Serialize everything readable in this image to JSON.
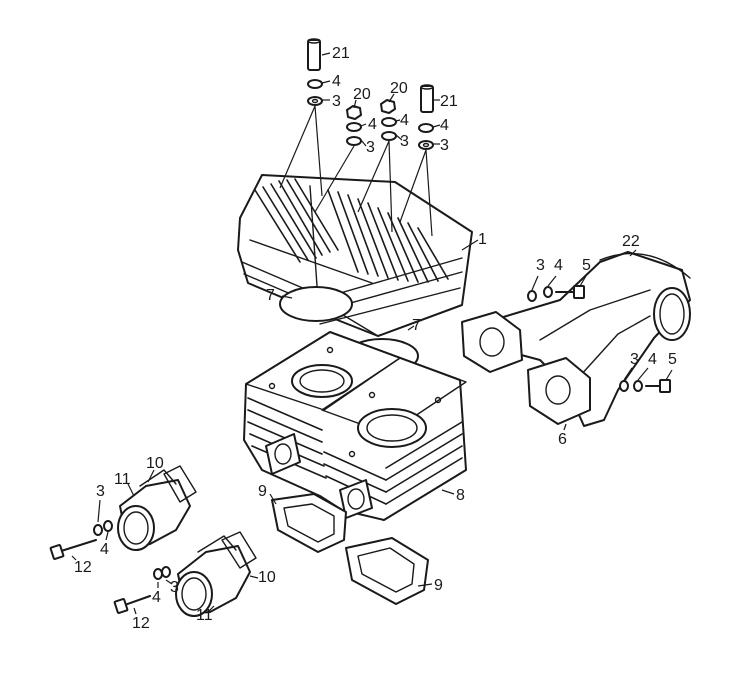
{
  "diagram": {
    "colors": {
      "line": "#1a1a1a",
      "background": "#ffffff"
    },
    "callouts": {
      "c1": "1",
      "c3a": "3",
      "c3b": "3",
      "c3c": "3",
      "c3d": "3",
      "c3e": "3",
      "c3f": "3",
      "c3g": "3",
      "c3h": "3",
      "c4a": "4",
      "c4b": "4",
      "c4c": "4",
      "c4d": "4",
      "c4e": "4",
      "c4f": "4",
      "c4g": "4",
      "c4h": "4",
      "c5a": "5",
      "c5b": "5",
      "c6": "6",
      "c7a": "7",
      "c7b": "7",
      "c8": "8",
      "c9a": "9",
      "c9b": "9",
      "c10a": "10",
      "c10b": "10",
      "c11a": "11",
      "c11b": "11",
      "c12a": "12",
      "c12b": "12",
      "c20a": "20",
      "c20b": "20",
      "c21a": "21",
      "c21b": "21",
      "c22": "22"
    }
  }
}
